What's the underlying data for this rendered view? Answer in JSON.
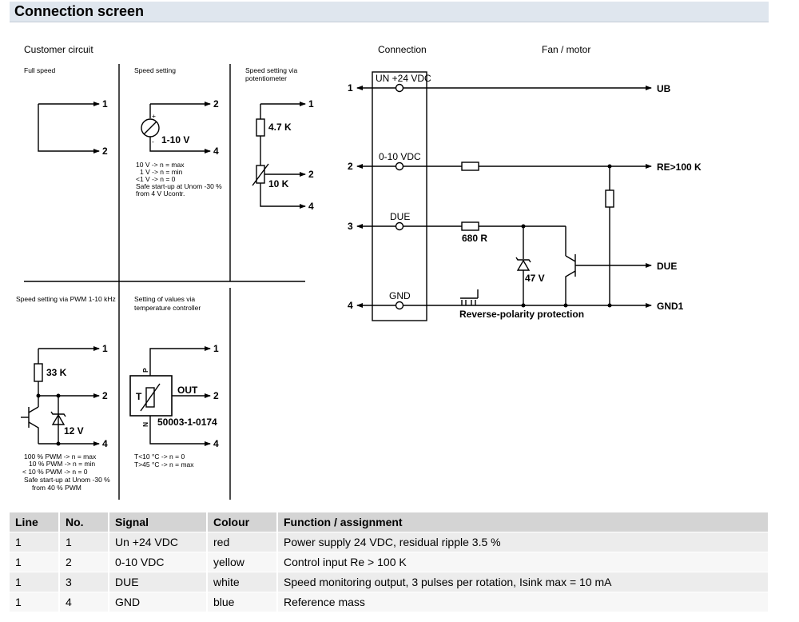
{
  "title": "Connection screen",
  "customer_circuit": {
    "heading": "Customer circuit",
    "full_speed": "Full speed",
    "speed_setting": "Speed setting",
    "voltage_label": "1-10 V",
    "plus": "+",
    "minus": "-",
    "speed_notes": [
      "10 V -> n = max",
      "1 V -> n = min",
      "<1 V -> n = 0",
      "Safe start-up at Unom -30 %",
      "from 4 V Ucontr."
    ],
    "pot_title": [
      "Speed setting via",
      "potentiometer"
    ],
    "pot_r1": "4.7 K",
    "pot_r2": "10 K",
    "pwm_title": "Speed setting via PWM 1-10 kHz",
    "pwm_r": "33 K",
    "pwm_z": "12 V",
    "pwm_notes": [
      "100 % PWM -> n = max",
      "10 % PWM -> n = min",
      "< 10 % PWM -> n = 0",
      "Safe start-up at Unom -30 %",
      "from 40 % PWM"
    ],
    "temp_title": [
      "Setting of values via",
      "temperature controller"
    ],
    "temp_t": "T",
    "temp_p": "P",
    "temp_n": "N",
    "temp_out": "OUT",
    "temp_part": "50003-1-0174",
    "temp_notes": [
      "T<10 °C -> n = 0",
      "T>45 °C -> n = max"
    ],
    "terminals": [
      "1",
      "2",
      "4"
    ]
  },
  "connection": {
    "heading": "Connection",
    "fan_heading": "Fan / motor",
    "lines": [
      "1",
      "2",
      "3",
      "4"
    ],
    "pins": [
      "UN +24 VDC",
      "0-10 VDC",
      "DUE",
      "GND"
    ],
    "outputs": [
      "UB",
      "RE>100 K",
      "DUE",
      "GND1"
    ],
    "r680": "680 R",
    "zener": "47 V",
    "protection": "Reverse-polarity protection"
  },
  "table": {
    "headers": [
      "Line",
      "No.",
      "Signal",
      "Colour",
      "Function / assignment"
    ],
    "rows": [
      [
        "1",
        "1",
        "Un +24 VDC",
        "red",
        "Power supply 24 VDC, residual ripple 3.5 %"
      ],
      [
        "1",
        "2",
        "0-10 VDC",
        "yellow",
        "Control input Re > 100 K"
      ],
      [
        "1",
        "3",
        "DUE",
        "white",
        "Speed monitoring output, 3 pulses per rotation, Isink max = 10 mA"
      ],
      [
        "1",
        "4",
        "GND",
        "blue",
        "Reference mass"
      ]
    ]
  }
}
